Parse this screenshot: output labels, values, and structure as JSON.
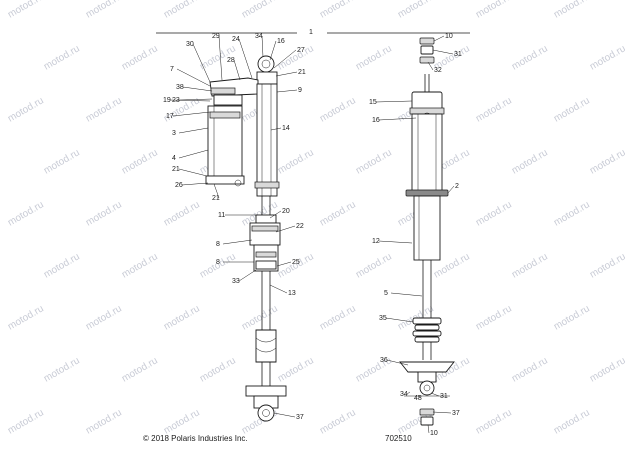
{
  "diagram": {
    "copyright": "© 2018 Polaris Industries Inc.",
    "part_number": "702510",
    "watermark": "motod.ru",
    "assembly_callout": "1",
    "left_callouts": [
      "30",
      "29",
      "24",
      "34",
      "16",
      "27",
      "7",
      "38",
      "28",
      "21",
      "23",
      "9",
      "19",
      "17",
      "14",
      "3",
      "4",
      "21",
      "26",
      "21",
      "11",
      "20",
      "8",
      "22",
      "8",
      "25",
      "33",
      "13",
      "37"
    ],
    "right_callouts": [
      "10",
      "31",
      "32",
      "15",
      "16",
      "2",
      "12",
      "5",
      "35",
      "36",
      "34",
      "48",
      "31",
      "37",
      "10"
    ]
  }
}
